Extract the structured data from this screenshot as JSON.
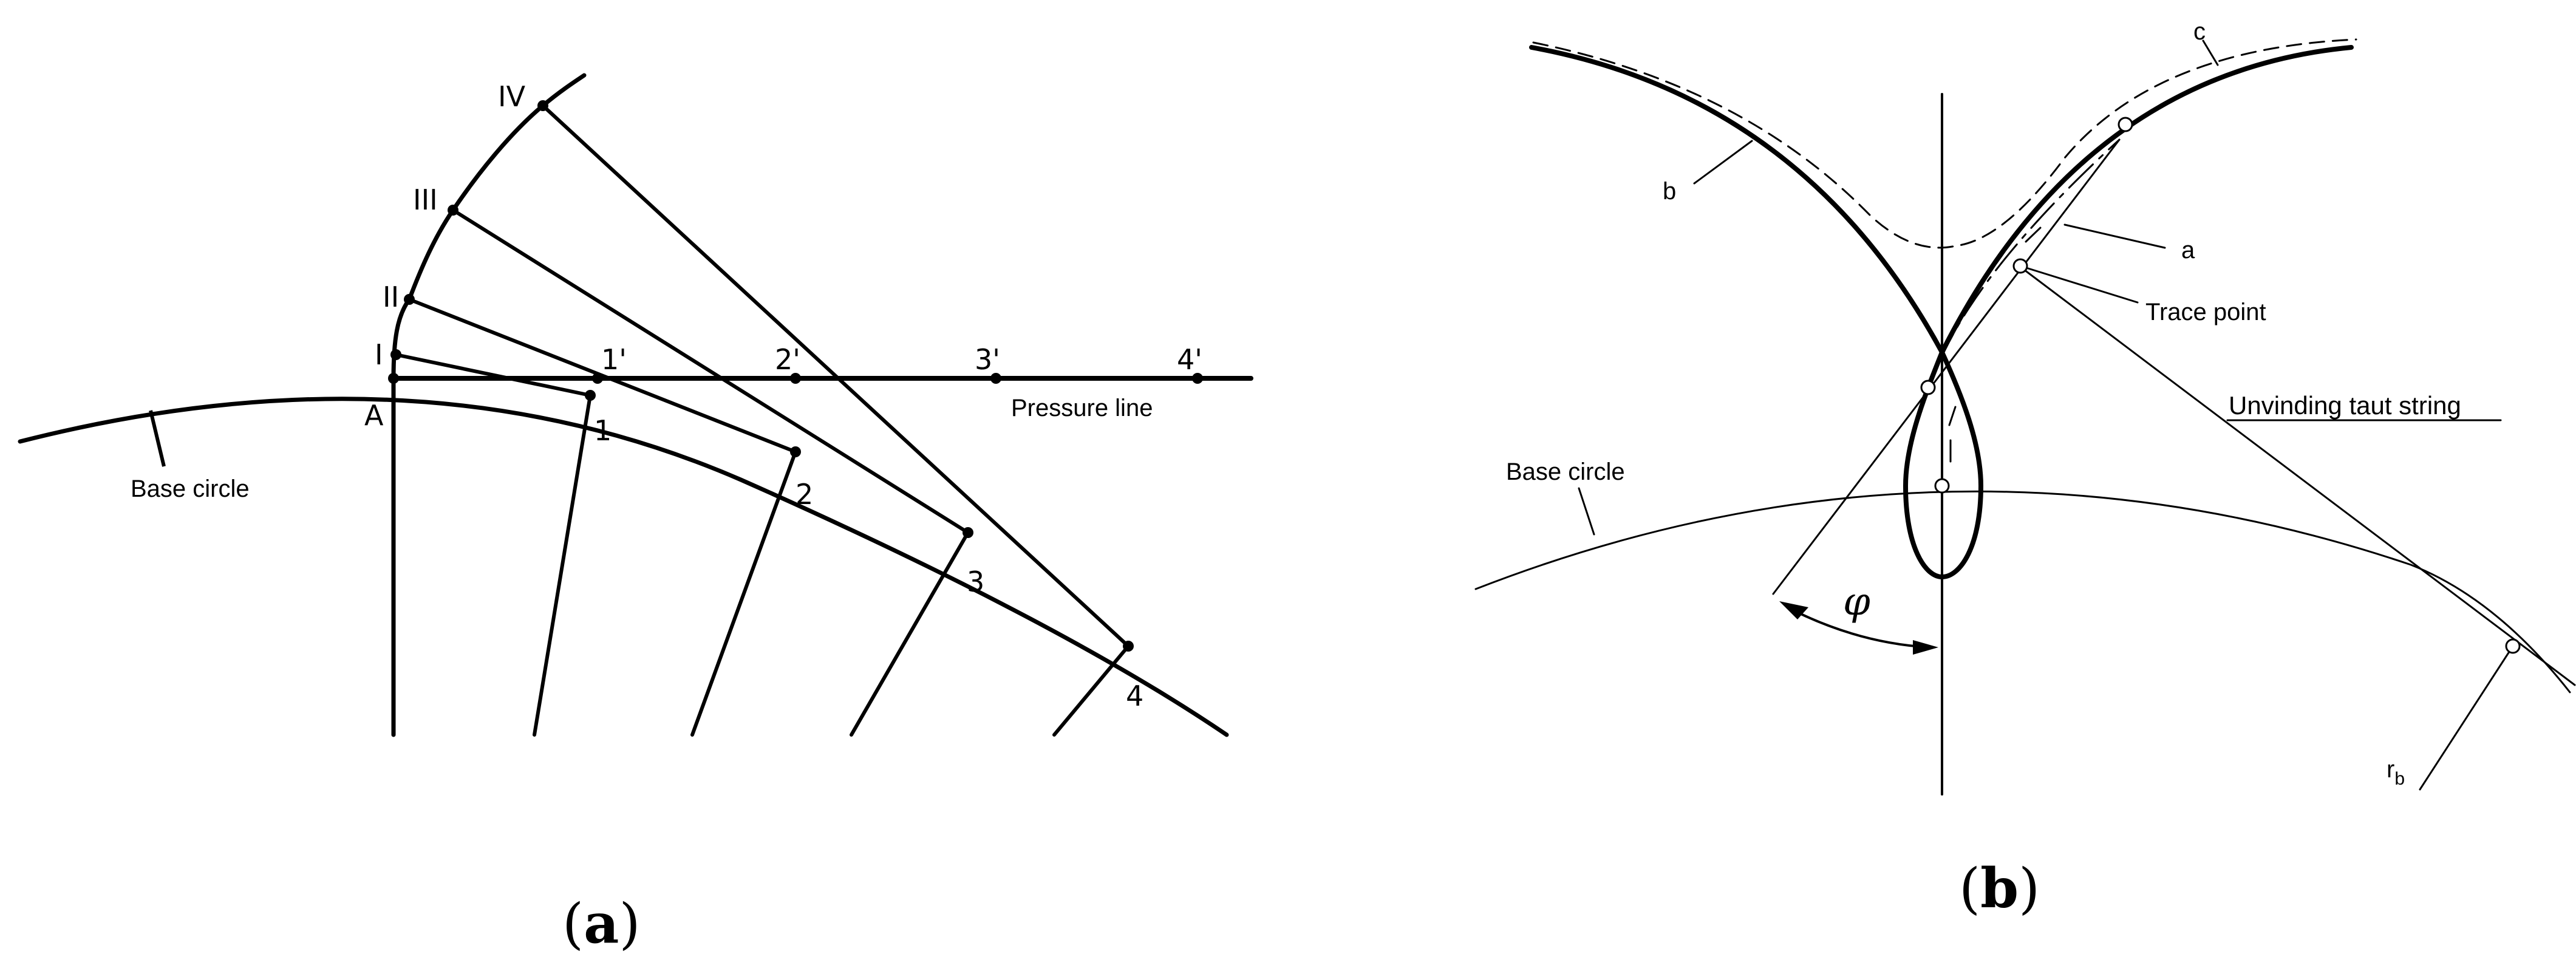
{
  "figure": {
    "panel_a": {
      "caption_letter": "a",
      "base_circle_label": "Base circle",
      "pressure_line_label": "Pressure line",
      "point_A": "A",
      "base_points": [
        "1",
        "2",
        "3",
        "4"
      ],
      "pressure_points": [
        "1'",
        "2'",
        "3'",
        "4'"
      ],
      "involute_points": [
        "I",
        "II",
        "III",
        "IV"
      ]
    },
    "panel_b": {
      "caption_letter": "b",
      "label_a": "a",
      "label_b": "b",
      "label_c": "c",
      "trace_point_label": "Trace point",
      "taut_string_label": "Unvinding taut string",
      "base_circle_label": "Base circle",
      "angle_symbol": "φ",
      "radius_symbol": "r",
      "radius_subscript": "b"
    }
  }
}
